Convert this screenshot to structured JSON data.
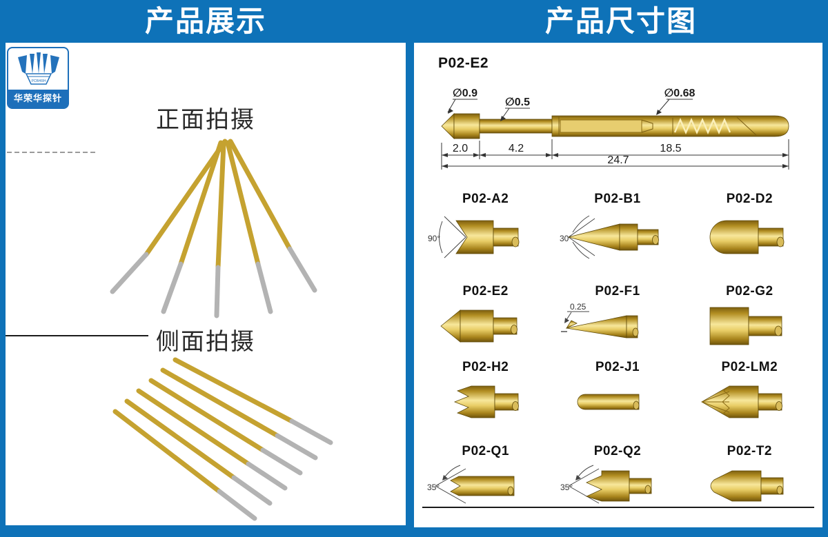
{
  "headers": {
    "left": "产品展示",
    "right": "产品尺寸图"
  },
  "logo": {
    "brand": "华荣华探针",
    "sub": "PCBHRH"
  },
  "left_panel": {
    "front_label": "正面拍摄",
    "side_label": "侧面拍摄"
  },
  "right_panel": {
    "title": "P02-E2",
    "dims": {
      "d_tip": "∅0.9",
      "d_shaft": "∅0.5",
      "d_barrel": "∅0.68",
      "len_tip": "2.0",
      "len_shaft": "4.2",
      "len_barrel": "18.5",
      "len_total": "24.7"
    },
    "probes": [
      {
        "label": "P02-A2",
        "angle": "90°"
      },
      {
        "label": "P02-B1",
        "angle": "30°"
      },
      {
        "label": "P02-D2"
      },
      {
        "label": "P02-E2"
      },
      {
        "label": "P02-F1",
        "dim": "0.25"
      },
      {
        "label": "P02-G2"
      },
      {
        "label": "P02-H2"
      },
      {
        "label": "P02-J1"
      },
      {
        "label": "P02-LM2"
      },
      {
        "label": "P02-Q1",
        "angle": "35°"
      },
      {
        "label": "P02-Q2",
        "angle": "35°"
      },
      {
        "label": "P02-T2"
      }
    ]
  },
  "colors": {
    "accent_blue": "#0e72b8",
    "gold": "#d4ad3c",
    "silver": "#b3b3b3"
  }
}
